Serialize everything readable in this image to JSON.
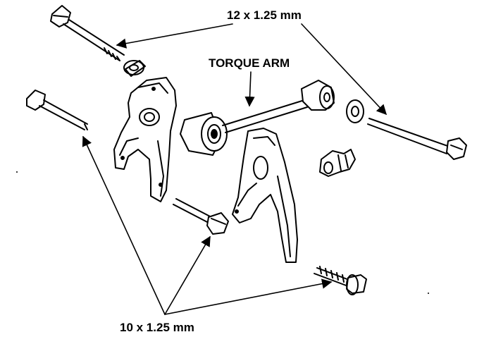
{
  "labels": {
    "bolt_12": "12 x 1.25 mm",
    "torque_arm": "TORQUE ARM",
    "bolt_10": "10 x 1.25 mm"
  },
  "colors": {
    "ink": "#000000",
    "paper": "#ffffff"
  }
}
